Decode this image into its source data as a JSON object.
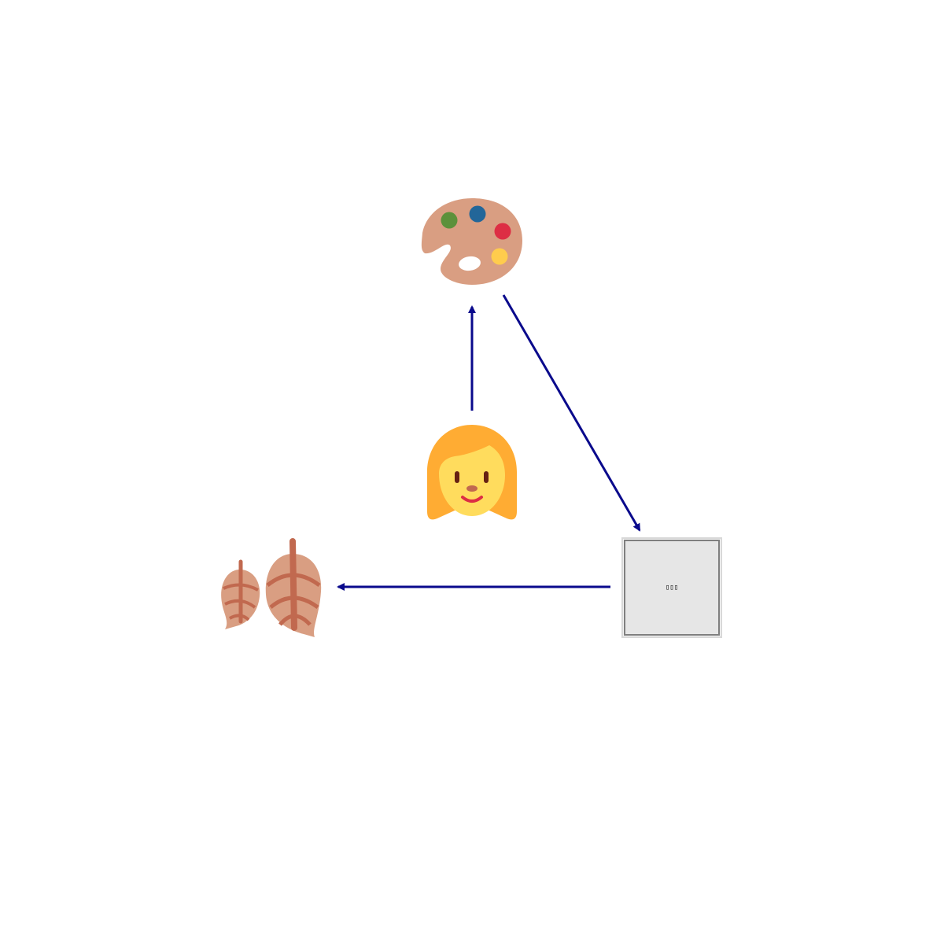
{
  "nodes": {
    "palette": {
      "icon": "artist-palette-icon"
    },
    "woman": {
      "icon": "woman-face-icon"
    },
    "leaves": {
      "icon": "leaves-icon"
    },
    "box": {
      "icon": "missing-glyph-box",
      "label": "▯▯▯"
    }
  },
  "edges": [
    {
      "from": "woman",
      "to": "palette"
    },
    {
      "from": "palette",
      "to": "box"
    },
    {
      "from": "box",
      "to": "leaves"
    }
  ],
  "colors": {
    "arrow": "#0a0a8c",
    "palette_body": "#d99e82",
    "palette_green": "#5c913b",
    "palette_blue": "#226699",
    "palette_red": "#dd2e44",
    "palette_yellow": "#ffcc4d",
    "hair": "#ffac33",
    "face": "#ffdc5d",
    "eyes": "#662113",
    "nose": "#c1694f",
    "mouth": "#dd2e44",
    "leaf_light": "#d99e82",
    "leaf_dark": "#c1694f",
    "box_fill": "#e6e6e6",
    "box_stroke": "#7f7f7f"
  }
}
